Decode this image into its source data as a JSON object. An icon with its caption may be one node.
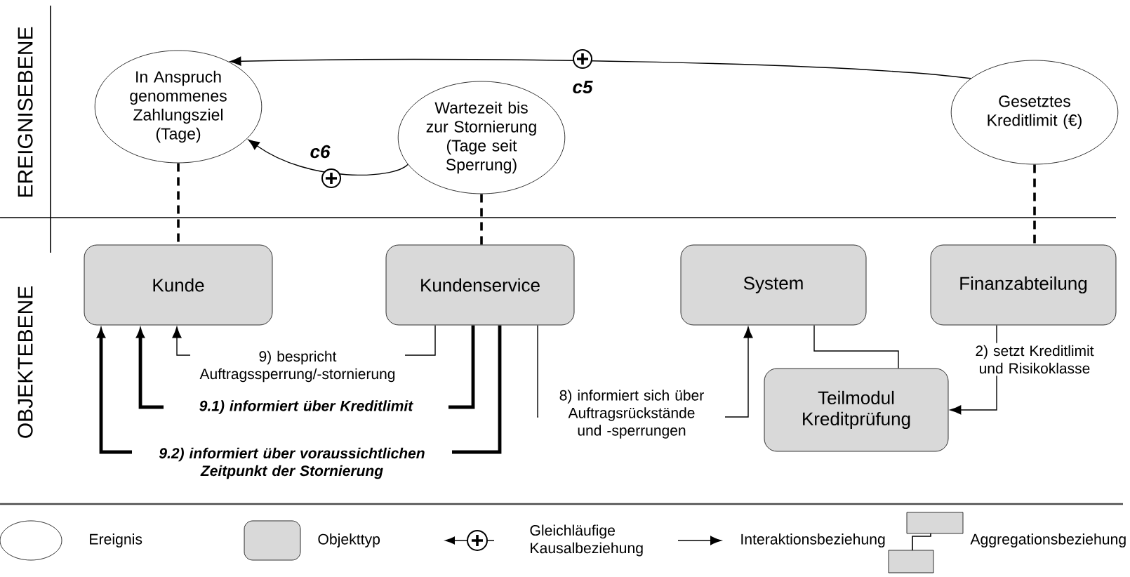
{
  "diagram": {
    "nodes": [
      {
        "text": [
          "In Anspruch genommenes Zahlungsziel (Tage)"
        ]
      },
      {
        "text": [
          "Wartezeit bis zur Stornierung (Tage seit Sperrung)"
        ]
      },
      {
        "text": [
          "Gesetztes Kreditlimit (€)"
        ]
      },
      {
        "text": [
          "Kunde"
        ]
      },
      {
        "text": [
          "Kundenservice"
        ]
      },
      {
        "text": [
          "System"
        ]
      },
      {
        "text": [
          "Finanzabteilung"
        ]
      },
      {
        "text": [
          "Teilmodul Kreditprüfung"
        ]
      }
    ],
    "edges": [
      {
        "from": 2,
        "to": 0,
        "arrow": "to",
        "label": "c5"
      },
      {
        "from": 1,
        "to": 0,
        "arrow": "to",
        "label": "c6"
      },
      {
        "from": 0,
        "to": 3,
        "arrow": "none",
        "style": "dashed"
      },
      {
        "from": 1,
        "to": 4,
        "arrow": "none",
        "style": "dashed"
      },
      {
        "from": 2,
        "to": 6,
        "arrow": "none",
        "style": "dashed"
      },
      {
        "from": 4,
        "to": 3,
        "arrow": "to",
        "label": "9) bespricht Auftragssperrung/-stornierung"
      },
      {
        "from": 4,
        "to": 3,
        "arrow": "to",
        "label": "9.1) informiert über Kreditlimit",
        "style": "thick"
      },
      {
        "from": 4,
        "to": 3,
        "arrow": "to",
        "label": "9.2) informiert über voraussichtlichen Zeitpunkt der Stornierung",
        "style": "thick"
      },
      {
        "from": 4,
        "to": 5,
        "arrow": "to",
        "label": "8) informiert sich über Auftragsrückstände und -sperrungen"
      },
      {
        "from": 6,
        "to": 7,
        "arrow": "to",
        "label": "2) setzt Kreditlimit und Risikoklasse"
      },
      {
        "from": 5,
        "to": 7,
        "arrow": "none"
      }
    ],
    "labels": [
      "EREIGNISEBENE",
      "OBJEKTEBENE"
    ],
    "legend": [
      {
        "text": "Ereignis"
      },
      {
        "text": "Objekttyp",
        "color": "#d9d9d9"
      },
      {
        "text": "Gleichläufige Kausalbeziehung"
      },
      {
        "text": "Interaktionsbeziehung"
      },
      {
        "text": "Aggregationsbeziehung"
      }
    ]
  }
}
